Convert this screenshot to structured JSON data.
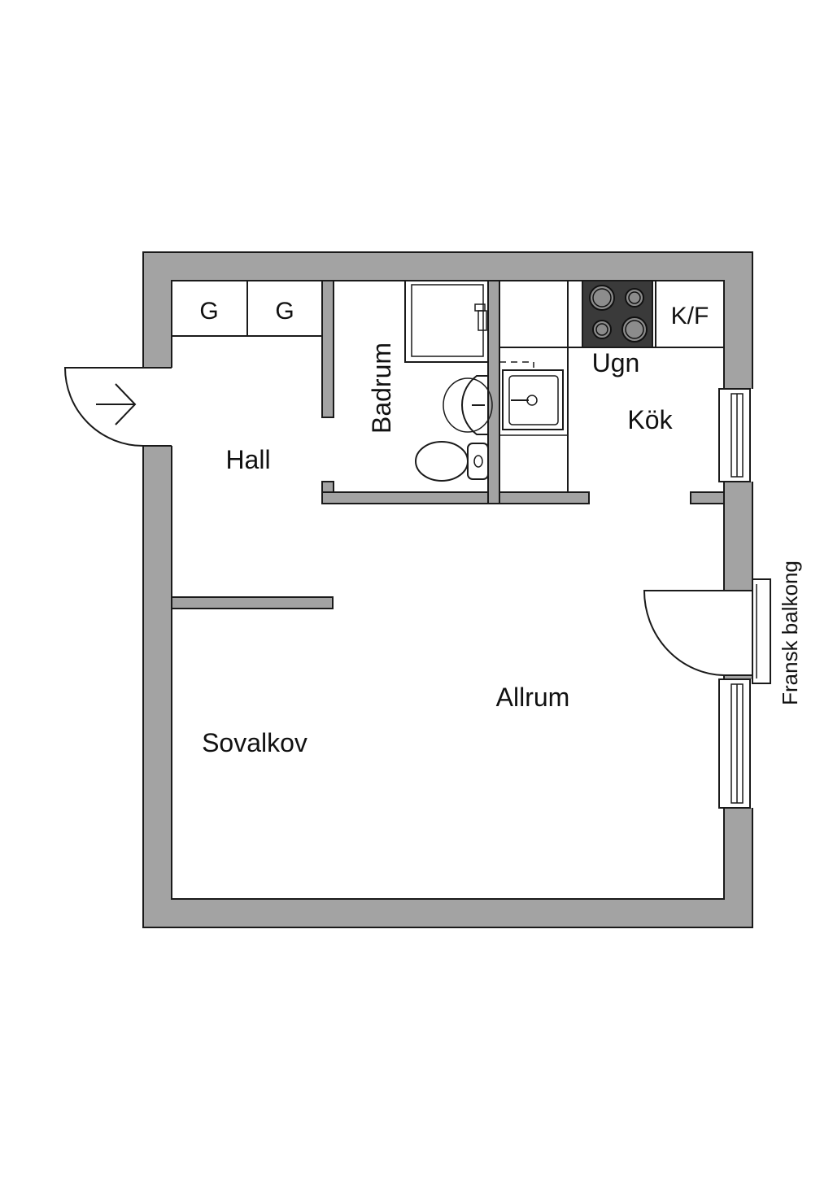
{
  "rooms": {
    "hall": "Hall",
    "badrum": "Badrum",
    "kok": "Kök",
    "ugn": "Ugn",
    "kf": "K/F",
    "allrum": "Allrum",
    "sovalkov": "Sovalkov",
    "fransk_balkong": "Fransk balkong"
  },
  "wardrobes": [
    "G",
    "G"
  ],
  "icons": {
    "entry": "arrow-right-icon",
    "stove": "stove-icon",
    "sink": "sink-icon",
    "toilet": "toilet-icon",
    "shower": "shower-icon"
  },
  "colors": {
    "wall": "#a3a3a3",
    "line": "#1a1a1a",
    "stove": "#3a3a3a",
    "burner": "#8c8c8c"
  }
}
